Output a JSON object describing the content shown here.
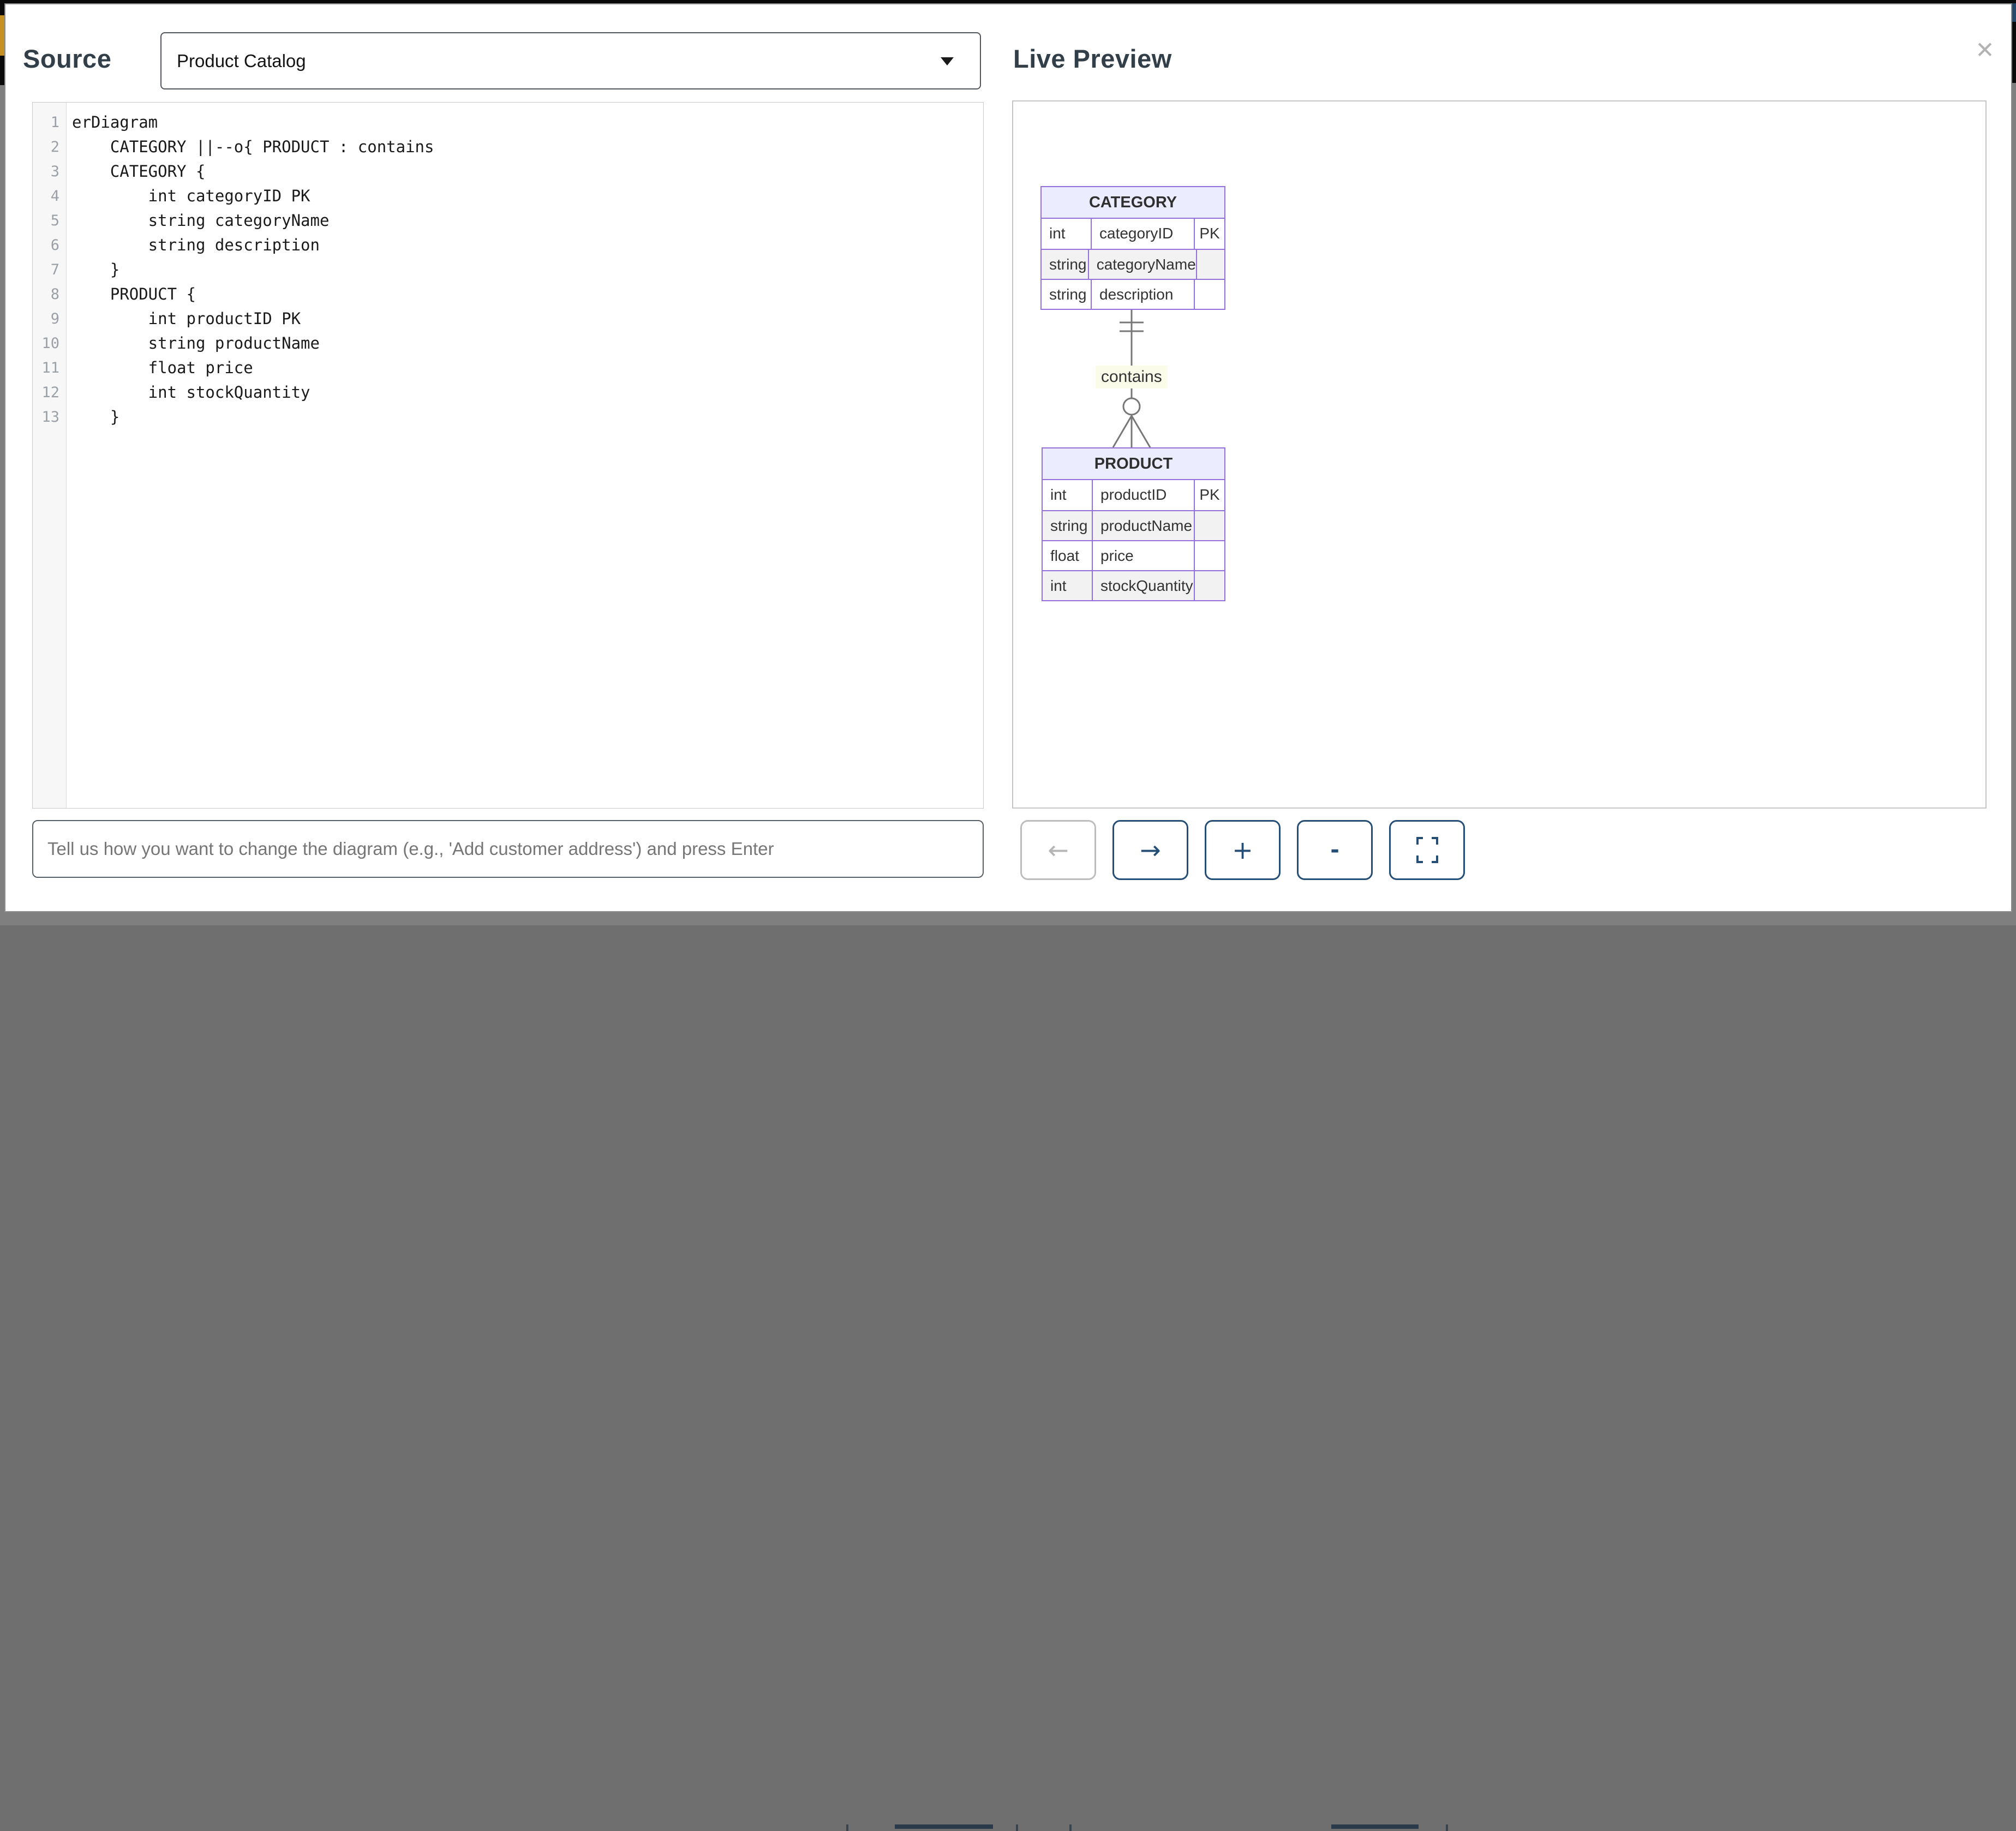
{
  "window": {
    "close_icon": "✕"
  },
  "source_panel": {
    "title": "Source",
    "diagram_selector": {
      "value": "Product Catalog"
    },
    "editor": {
      "lines": [
        "erDiagram",
        "    CATEGORY ||--o{ PRODUCT : contains",
        "    CATEGORY {",
        "        int categoryID PK",
        "        string categoryName",
        "        string description",
        "    }",
        "    PRODUCT {",
        "        int productID PK",
        "        string productName",
        "        float price",
        "        int stockQuantity",
        "    }"
      ]
    },
    "prompt": {
      "value": "",
      "placeholder": "Tell us how you want to change the diagram (e.g., 'Add customer address') and press Enter"
    }
  },
  "preview_panel": {
    "title": "Live Preview",
    "diagram": {
      "type": "er",
      "entities": [
        {
          "name": "CATEGORY",
          "attributes": [
            {
              "type": "int",
              "name": "categoryID",
              "key": "PK"
            },
            {
              "type": "string",
              "name": "categoryName",
              "key": ""
            },
            {
              "type": "string",
              "name": "description",
              "key": ""
            }
          ]
        },
        {
          "name": "PRODUCT",
          "attributes": [
            {
              "type": "int",
              "name": "productID",
              "key": "PK"
            },
            {
              "type": "string",
              "name": "productName",
              "key": ""
            },
            {
              "type": "float",
              "name": "price",
              "key": ""
            },
            {
              "type": "int",
              "name": "stockQuantity",
              "key": ""
            }
          ]
        }
      ],
      "relationship": {
        "from": "CATEGORY",
        "to": "PRODUCT",
        "label": "contains",
        "cardinality": "||--o{",
        "from_marker": "exactly-one",
        "to_marker": "zero-or-many"
      }
    },
    "toolbar": {
      "undo_icon": "←",
      "redo_icon": "→",
      "zoom_in_icon": "+",
      "zoom_out_icon": "-",
      "fit_icon": "corner-brackets"
    },
    "colors": {
      "entity_border": "#9370DB",
      "entity_header_bg": "#ECECFF",
      "row_alt_bg": "#f2f2f2",
      "relation_line": "#777777",
      "relation_label_bg": "#fbfbea",
      "button_accent": "#254e77",
      "heading_text": "#333f48"
    }
  }
}
